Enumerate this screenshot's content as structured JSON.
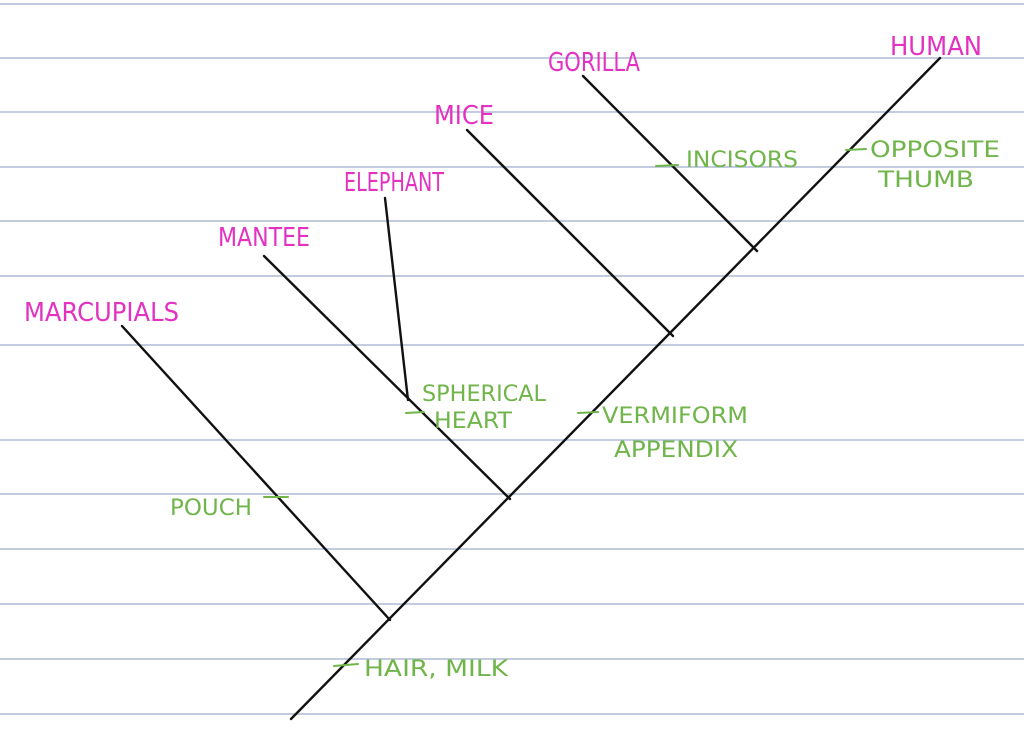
{
  "colors": {
    "taxon": "#e331c2",
    "trait": "#6fb54a",
    "branch": "#111111",
    "rule": "#aebcd4",
    "paper": "#ffffff"
  },
  "taxa": {
    "marcupials": "MARCUPIALS",
    "mantee": "MANTEE",
    "elephant": "ELEPHANT",
    "mice": "MICE",
    "gorilla": "GORILLA",
    "human": "HUMAN"
  },
  "traits": {
    "hair_milk": "HAIR, MILK",
    "pouch": "POUCH",
    "spherical_heart_1": "SPHERICAL",
    "spherical_heart_2": "HEART",
    "vermiform_1": "VERMIFORM",
    "vermiform_2": "APPENDIX",
    "incisors": "INCISORS",
    "opposite_thumb_1": "OPPOSITE",
    "opposite_thumb_2": "THUMB"
  }
}
